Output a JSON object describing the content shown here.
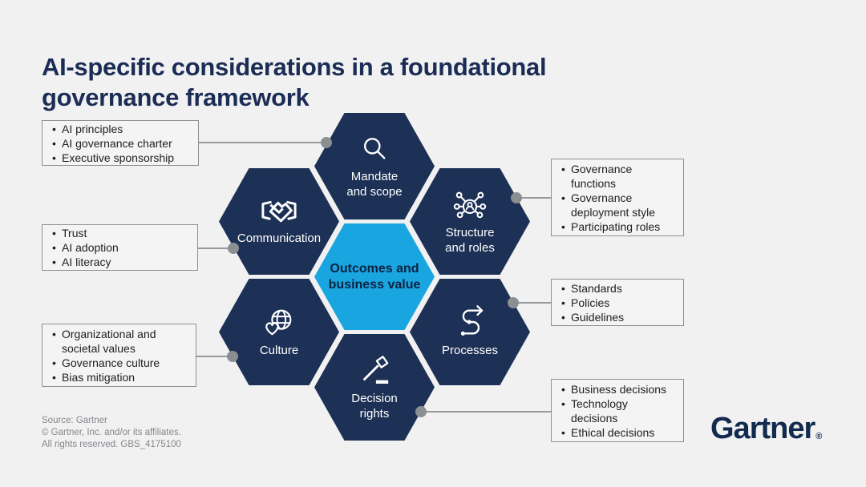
{
  "title": "AI-specific considerations in a foundational governance framework",
  "center_hexagon": {
    "lines": [
      "Outcomes and",
      "business value"
    ]
  },
  "hexagons": [
    {
      "name": "Mandate and scope",
      "icon": "search-icon",
      "lines": [
        "Mandate",
        "and scope"
      ]
    },
    {
      "name": "Communication",
      "icon": "handshake-icon",
      "lines": [
        "Communication"
      ]
    },
    {
      "name": "Structure and roles",
      "icon": "network-roles-icon",
      "lines": [
        "Structure",
        "and roles"
      ]
    },
    {
      "name": "Culture",
      "icon": "globe-heart-icon",
      "lines": [
        "Culture"
      ]
    },
    {
      "name": "Processes",
      "icon": "process-flow-icon",
      "lines": [
        "Processes"
      ]
    },
    {
      "name": "Decision rights",
      "icon": "gavel-icon",
      "lines": [
        "Decision",
        "rights"
      ]
    }
  ],
  "callouts": [
    {
      "for": "Mandate and scope",
      "items": [
        "AI principles",
        "AI governance charter",
        "Executive sponsorship"
      ]
    },
    {
      "for": "Communication",
      "items": [
        "Trust",
        "AI adoption",
        "AI literacy"
      ]
    },
    {
      "for": "Culture",
      "items": [
        "Organizational and societal values",
        "Governance culture",
        "Bias mitigation"
      ]
    },
    {
      "for": "Structure and roles",
      "items": [
        "Governance functions",
        "Governance deployment style",
        "Participating roles"
      ]
    },
    {
      "for": "Processes",
      "items": [
        "Standards",
        "Policies",
        "Guidelines"
      ]
    },
    {
      "for": "Decision rights",
      "items": [
        "Business decisions",
        "Technology decisions",
        "Ethical decisions"
      ]
    }
  ],
  "footer": {
    "source_line1": "Source: Gartner",
    "source_line2": "© Gartner, Inc. and/or its affiliates.",
    "source_line3": "All rights reserved. GBS_4175100",
    "logo_text": "Gartner",
    "logo_mark": "®"
  },
  "colors": {
    "navy": "#1d3055",
    "cyan": "#18a5e0",
    "title_navy": "#1b2d55",
    "connector_gray": "#97999c",
    "background": "#f1f1f2"
  }
}
